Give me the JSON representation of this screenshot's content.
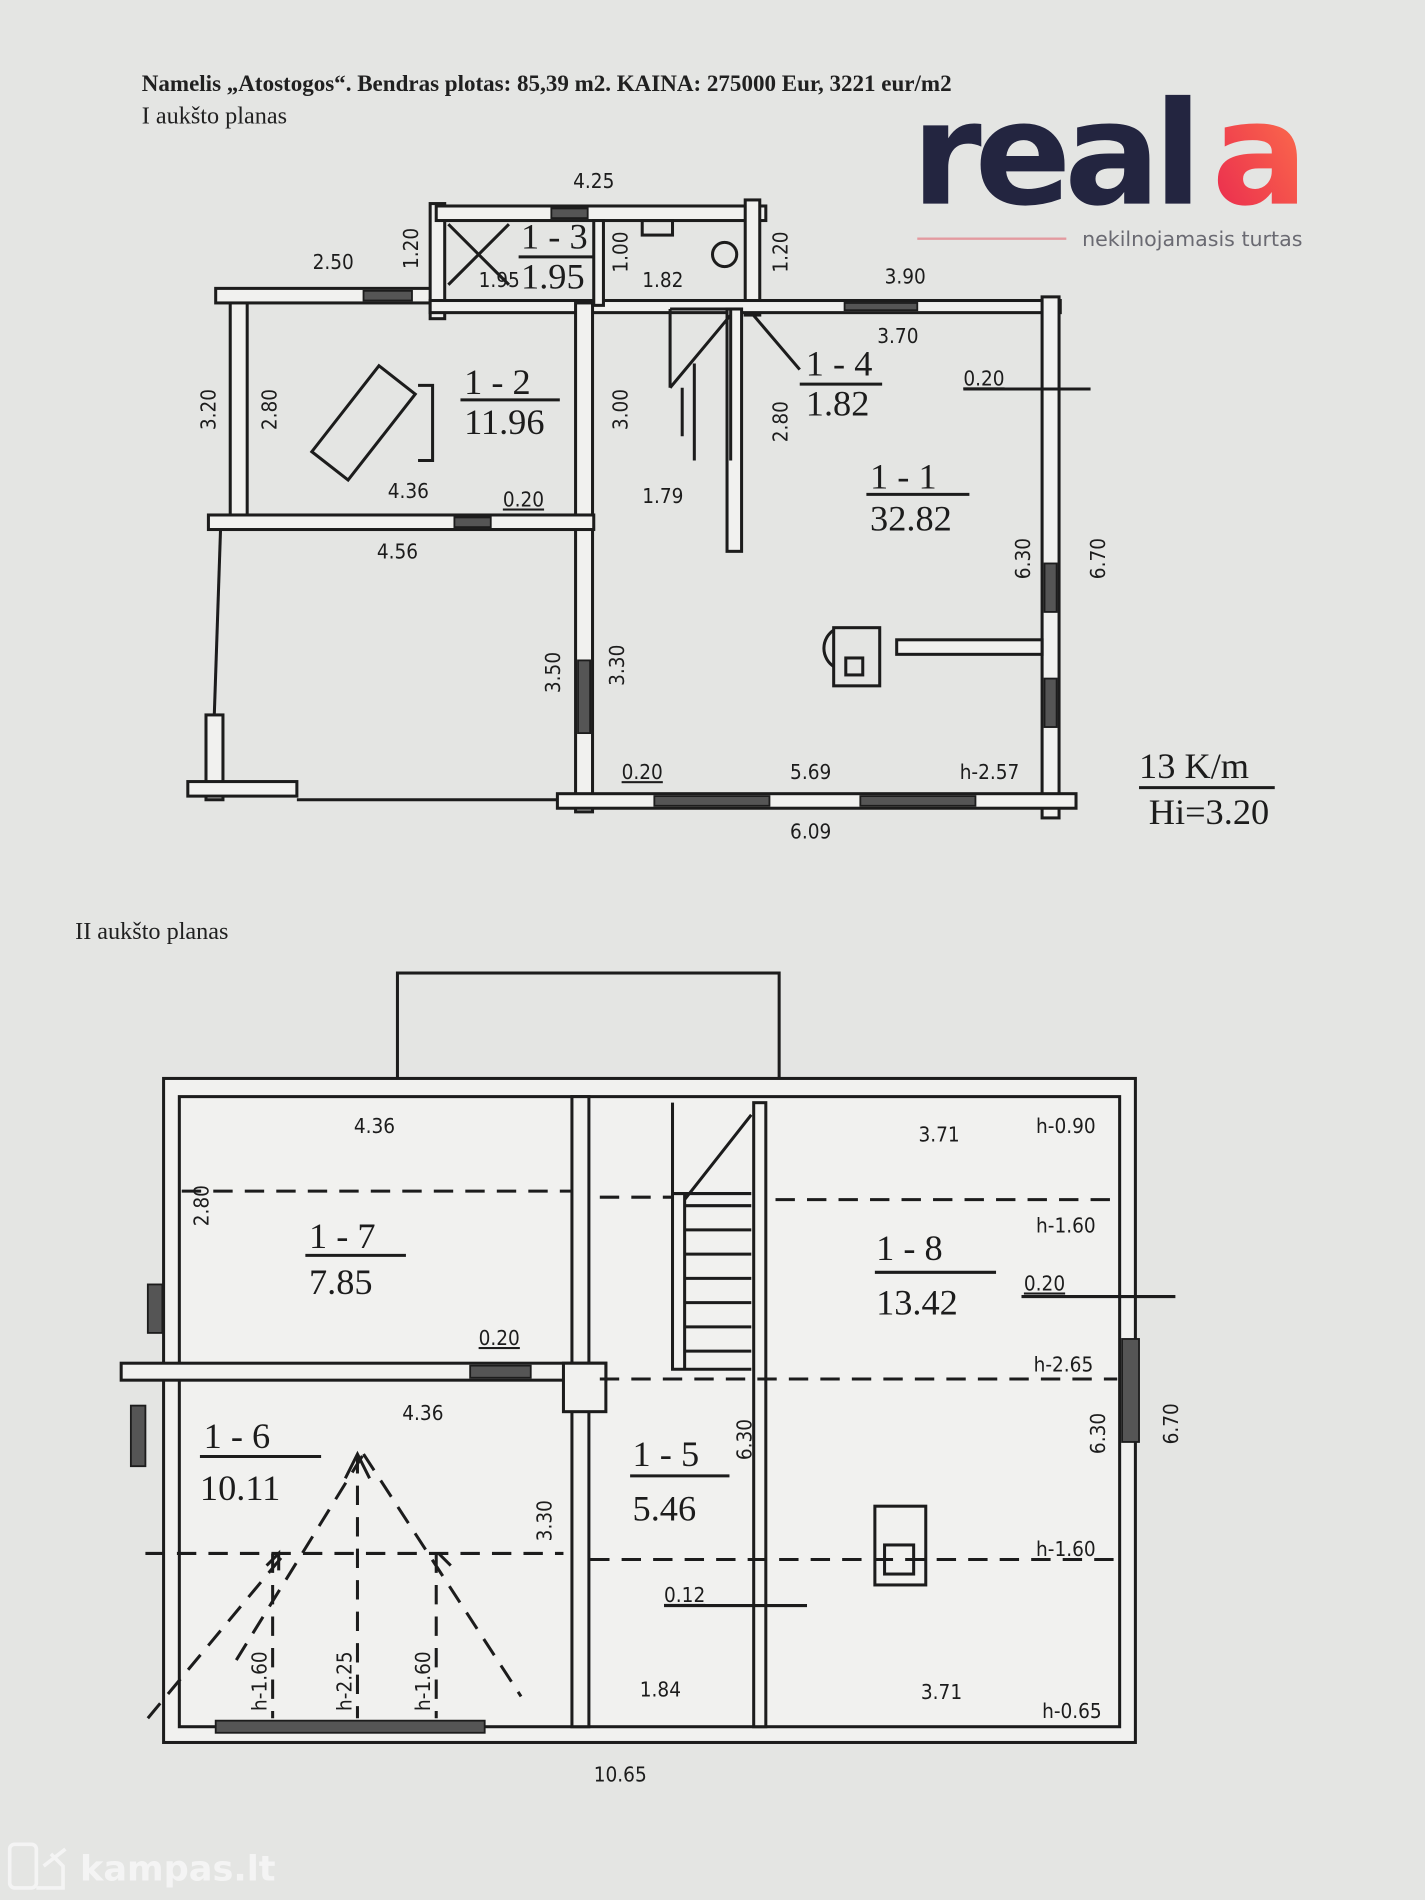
{
  "header": {
    "title": "Namelis „Atostogos“. Bendras plotas: 85,39 m2. KAINA: 275000 Eur, 3221 eur/m2",
    "floor1_label": "I aukšto planas",
    "floor2_label": "II aukšto planas"
  },
  "brand": {
    "logo_text": "reala",
    "logo_main": "real",
    "logo_accent": "a",
    "tagline": "nekilnojamasis turtas",
    "color_dark": "#232540",
    "color_accent": "#f0304f"
  },
  "watermark": {
    "text": "kampas.lt"
  },
  "floor1": {
    "rooms": [
      {
        "id": "1 - 1",
        "area": "32.82"
      },
      {
        "id": "1 - 2",
        "area": "11.96"
      },
      {
        "id": "1 - 3",
        "area": "1.95"
      },
      {
        "id": "1 - 4",
        "area": "1.82"
      }
    ],
    "dims": [
      "4.25",
      "2.50",
      "1.20",
      "1.95",
      "1.00",
      "1.82",
      "1.20",
      "3.90",
      "3.70",
      "0.20",
      "3.20",
      "2.80",
      "3.00",
      "2.80",
      "4.36",
      "0.20",
      "1.79",
      "4.56",
      "6.30",
      "6.70",
      "3.50",
      "3.30",
      "0.20",
      "5.69",
      "h-2.57",
      "6.09"
    ],
    "scale": "13 K/m",
    "height": "Hi=3.20"
  },
  "floor2": {
    "rooms": [
      {
        "id": "1 - 5",
        "area": "5.46"
      },
      {
        "id": "1 - 6",
        "area": "10.11"
      },
      {
        "id": "1 - 7",
        "area": "7.85"
      },
      {
        "id": "1 - 8",
        "area": "13.42"
      }
    ],
    "dims": [
      "4.36",
      "2.80",
      "0.20",
      "4.36",
      "3.30",
      "6.30",
      "0.12",
      "1.84",
      "3.71",
      "h-0.90",
      "h-1.60",
      "0.20",
      "h-2.65",
      "6.30",
      "6.70",
      "h-1.60",
      "3.71",
      "h-0.65",
      "10.65",
      "h-1.60",
      "h-2.25",
      "h-1.60"
    ]
  }
}
